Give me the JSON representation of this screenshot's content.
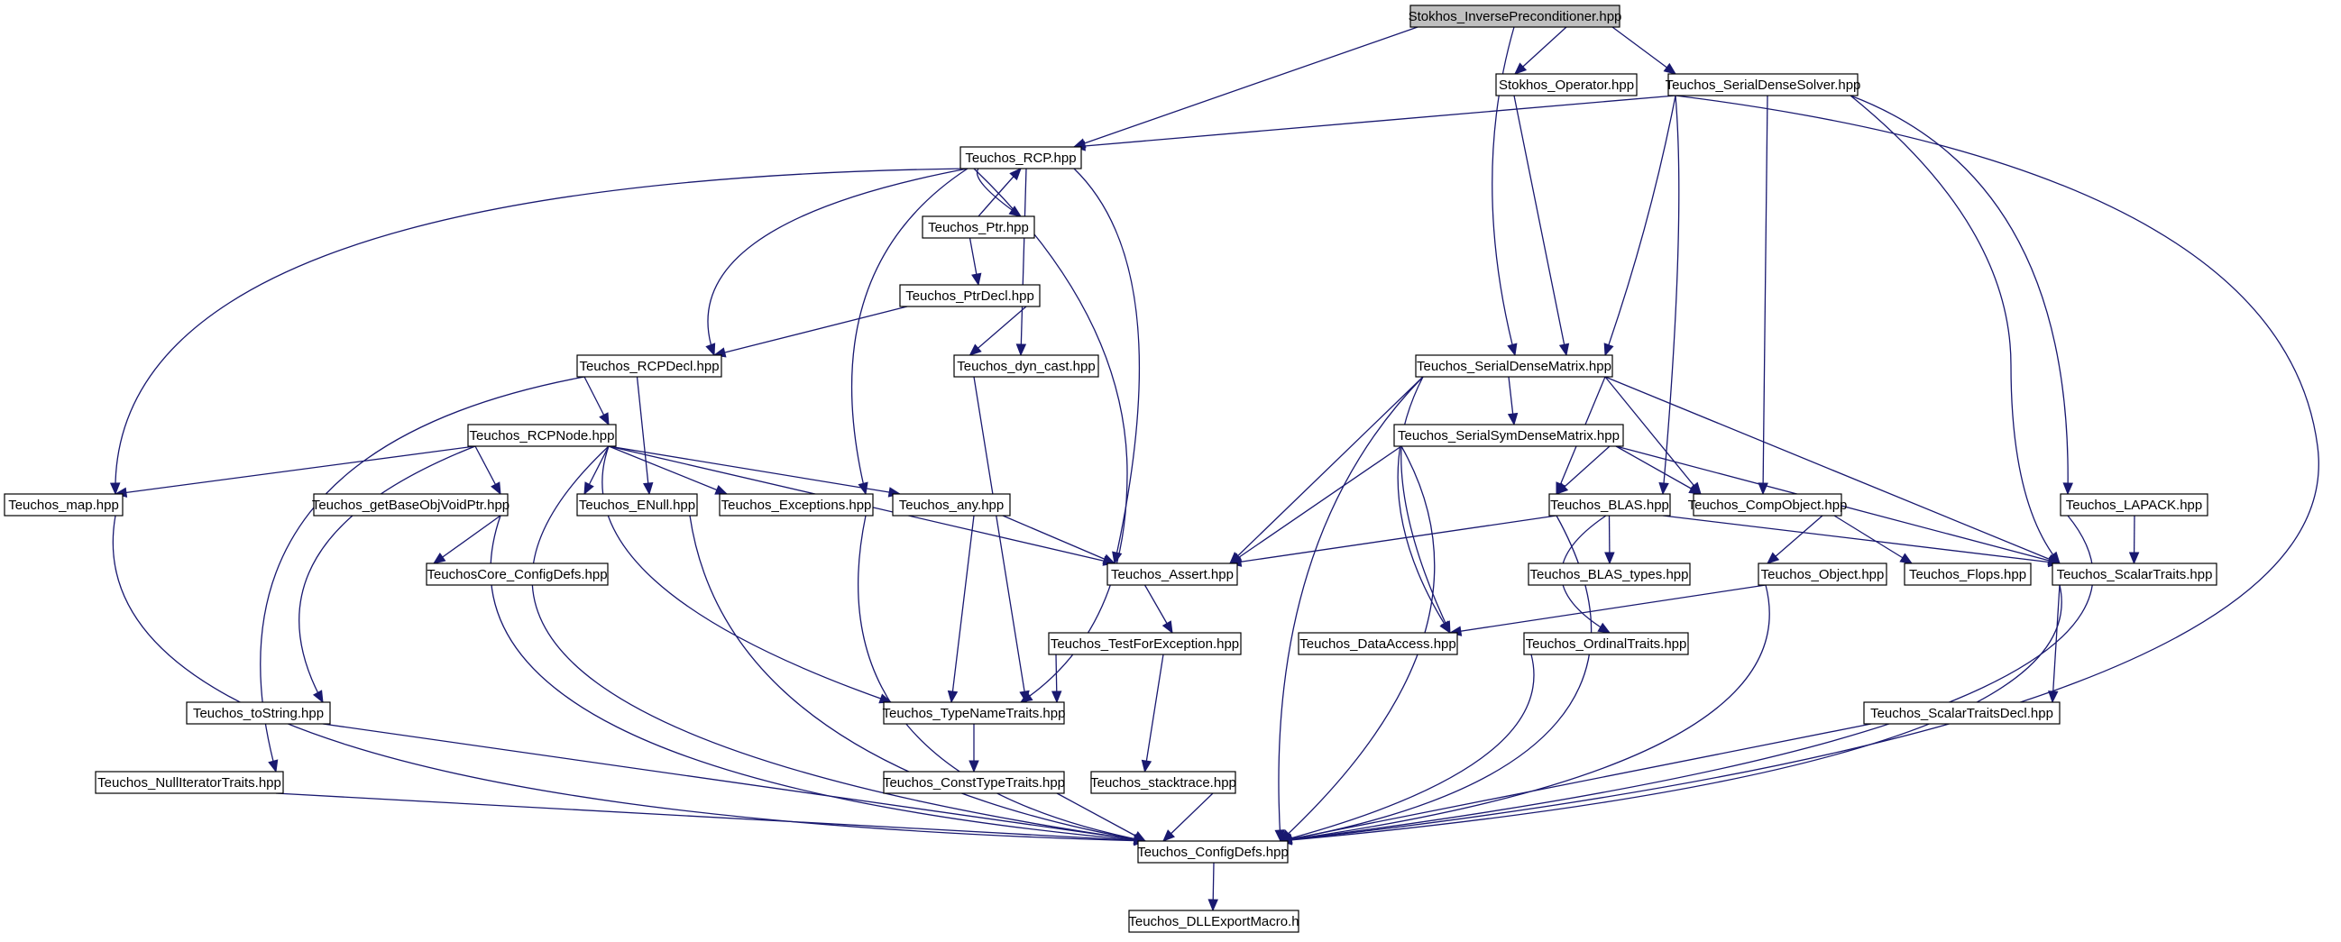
{
  "diagram": {
    "root": "inverse_preconditioner",
    "colors": {
      "edge": "#191970",
      "root_fill": "#bfbfbf",
      "node_fill": "#ffffff",
      "node_border": "#000000"
    },
    "nodes": [
      {
        "id": "inverse_preconditioner",
        "label": "Stokhos_InversePreconditioner.hpp"
      },
      {
        "id": "stokhos_operator",
        "label": "Stokhos_Operator.hpp"
      },
      {
        "id": "serial_dense_solver",
        "label": "Teuchos_SerialDenseSolver.hpp"
      },
      {
        "id": "rcp",
        "label": "Teuchos_RCP.hpp"
      },
      {
        "id": "ptr",
        "label": "Teuchos_Ptr.hpp"
      },
      {
        "id": "ptr_decl",
        "label": "Teuchos_PtrDecl.hpp"
      },
      {
        "id": "rcp_decl",
        "label": "Teuchos_RCPDecl.hpp"
      },
      {
        "id": "dyn_cast",
        "label": "Teuchos_dyn_cast.hpp"
      },
      {
        "id": "serial_dense_matrix",
        "label": "Teuchos_SerialDenseMatrix.hpp"
      },
      {
        "id": "rcp_node",
        "label": "Teuchos_RCPNode.hpp"
      },
      {
        "id": "serial_sym_dense_matrix",
        "label": "Teuchos_SerialSymDenseMatrix.hpp"
      },
      {
        "id": "map",
        "label": "Teuchos_map.hpp"
      },
      {
        "id": "get_base_obj_void_ptr",
        "label": "Teuchos_getBaseObjVoidPtr.hpp"
      },
      {
        "id": "enull",
        "label": "Teuchos_ENull.hpp"
      },
      {
        "id": "exceptions",
        "label": "Teuchos_Exceptions.hpp"
      },
      {
        "id": "any",
        "label": "Teuchos_any.hpp"
      },
      {
        "id": "blas",
        "label": "Teuchos_BLAS.hpp"
      },
      {
        "id": "comp_object",
        "label": "Teuchos_CompObject.hpp"
      },
      {
        "id": "lapack",
        "label": "Teuchos_LAPACK.hpp"
      },
      {
        "id": "core_config_defs",
        "label": "TeuchosCore_ConfigDefs.hpp"
      },
      {
        "id": "assert",
        "label": "Teuchos_Assert.hpp"
      },
      {
        "id": "blas_types",
        "label": "Teuchos_BLAS_types.hpp"
      },
      {
        "id": "object",
        "label": "Teuchos_Object.hpp"
      },
      {
        "id": "flops",
        "label": "Teuchos_Flops.hpp"
      },
      {
        "id": "scalar_traits",
        "label": "Teuchos_ScalarTraits.hpp"
      },
      {
        "id": "test_for_exception",
        "label": "Teuchos_TestForException.hpp"
      },
      {
        "id": "data_access",
        "label": "Teuchos_DataAccess.hpp"
      },
      {
        "id": "ordinal_traits",
        "label": "Teuchos_OrdinalTraits.hpp"
      },
      {
        "id": "to_string",
        "label": "Teuchos_toString.hpp"
      },
      {
        "id": "type_name_traits",
        "label": "Teuchos_TypeNameTraits.hpp"
      },
      {
        "id": "scalar_traits_decl",
        "label": "Teuchos_ScalarTraitsDecl.hpp"
      },
      {
        "id": "null_iterator_traits",
        "label": "Teuchos_NullIteratorTraits.hpp"
      },
      {
        "id": "const_type_traits",
        "label": "Teuchos_ConstTypeTraits.hpp"
      },
      {
        "id": "stacktrace",
        "label": "Teuchos_stacktrace.hpp"
      },
      {
        "id": "config_defs",
        "label": "Teuchos_ConfigDefs.hpp"
      },
      {
        "id": "dll_export_macro",
        "label": "Teuchos_DLLExportMacro.h"
      }
    ],
    "edges": [
      [
        "inverse_preconditioner",
        "rcp"
      ],
      [
        "inverse_preconditioner",
        "serial_dense_matrix"
      ],
      [
        "inverse_preconditioner",
        "stokhos_operator"
      ],
      [
        "inverse_preconditioner",
        "serial_dense_solver"
      ],
      [
        "stokhos_operator",
        "serial_dense_matrix"
      ],
      [
        "serial_dense_solver",
        "rcp"
      ],
      [
        "serial_dense_solver",
        "serial_dense_matrix"
      ],
      [
        "serial_dense_solver",
        "blas"
      ],
      [
        "serial_dense_solver",
        "comp_object"
      ],
      [
        "serial_dense_solver",
        "scalar_traits"
      ],
      [
        "serial_dense_solver",
        "lapack"
      ],
      [
        "serial_dense_solver",
        "config_defs"
      ],
      [
        "rcp",
        "ptr"
      ],
      [
        "rcp",
        "rcp_decl"
      ],
      [
        "rcp",
        "dyn_cast"
      ],
      [
        "rcp",
        "map"
      ],
      [
        "rcp",
        "exceptions"
      ],
      [
        "rcp",
        "type_name_traits"
      ],
      [
        "rcp",
        "assert"
      ],
      [
        "ptr",
        "rcp"
      ],
      [
        "ptr",
        "ptr_decl"
      ],
      [
        "ptr_decl",
        "rcp_decl"
      ],
      [
        "ptr_decl",
        "dyn_cast"
      ],
      [
        "rcp_decl",
        "rcp_node"
      ],
      [
        "rcp_decl",
        "enull"
      ],
      [
        "rcp_decl",
        "null_iterator_traits"
      ],
      [
        "dyn_cast",
        "type_name_traits"
      ],
      [
        "rcp_node",
        "map"
      ],
      [
        "rcp_node",
        "get_base_obj_void_ptr"
      ],
      [
        "rcp_node",
        "enull"
      ],
      [
        "rcp_node",
        "exceptions"
      ],
      [
        "rcp_node",
        "any"
      ],
      [
        "rcp_node",
        "assert"
      ],
      [
        "rcp_node",
        "to_string"
      ],
      [
        "rcp_node",
        "type_name_traits"
      ],
      [
        "rcp_node",
        "config_defs"
      ],
      [
        "serial_dense_matrix",
        "serial_sym_dense_matrix"
      ],
      [
        "serial_dense_matrix",
        "blas"
      ],
      [
        "serial_dense_matrix",
        "comp_object"
      ],
      [
        "serial_dense_matrix",
        "assert"
      ],
      [
        "serial_dense_matrix",
        "data_access"
      ],
      [
        "serial_dense_matrix",
        "scalar_traits"
      ],
      [
        "serial_dense_matrix",
        "config_defs"
      ],
      [
        "serial_sym_dense_matrix",
        "blas"
      ],
      [
        "serial_sym_dense_matrix",
        "comp_object"
      ],
      [
        "serial_sym_dense_matrix",
        "assert"
      ],
      [
        "serial_sym_dense_matrix",
        "data_access"
      ],
      [
        "serial_sym_dense_matrix",
        "scalar_traits"
      ],
      [
        "serial_sym_dense_matrix",
        "config_defs"
      ],
      [
        "map",
        "config_defs"
      ],
      [
        "get_base_obj_void_ptr",
        "core_config_defs"
      ],
      [
        "get_base_obj_void_ptr",
        "config_defs"
      ],
      [
        "enull",
        "config_defs"
      ],
      [
        "exceptions",
        "config_defs"
      ],
      [
        "any",
        "assert"
      ],
      [
        "any",
        "type_name_traits"
      ],
      [
        "blas",
        "assert"
      ],
      [
        "blas",
        "blas_types"
      ],
      [
        "blas",
        "ordinal_traits"
      ],
      [
        "blas",
        "scalar_traits"
      ],
      [
        "blas",
        "config_defs"
      ],
      [
        "comp_object",
        "object"
      ],
      [
        "comp_object",
        "flops"
      ],
      [
        "lapack",
        "scalar_traits"
      ],
      [
        "lapack",
        "config_defs"
      ],
      [
        "assert",
        "test_for_exception"
      ],
      [
        "object",
        "data_access"
      ],
      [
        "object",
        "config_defs"
      ],
      [
        "scalar_traits",
        "scalar_traits_decl"
      ],
      [
        "scalar_traits",
        "config_defs"
      ],
      [
        "test_for_exception",
        "type_name_traits"
      ],
      [
        "test_for_exception",
        "stacktrace"
      ],
      [
        "ordinal_traits",
        "config_defs"
      ],
      [
        "to_string",
        "config_defs"
      ],
      [
        "type_name_traits",
        "const_type_traits"
      ],
      [
        "scalar_traits_decl",
        "config_defs"
      ],
      [
        "null_iterator_traits",
        "config_defs"
      ],
      [
        "const_type_traits",
        "config_defs"
      ],
      [
        "stacktrace",
        "config_defs"
      ],
      [
        "config_defs",
        "dll_export_macro"
      ]
    ]
  }
}
